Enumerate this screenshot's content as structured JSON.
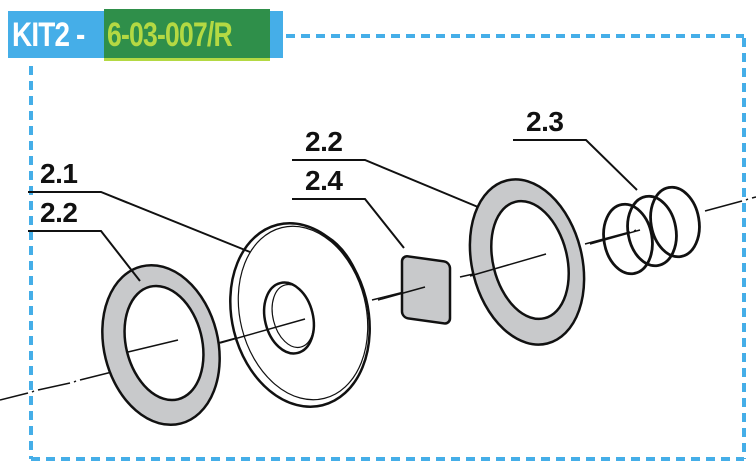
{
  "header": {
    "kit_label": "KIT2 -",
    "part_code": "6-03-007/R",
    "colors": {
      "kit_bg": "#45aee8",
      "code_bg": "#2f8f4a",
      "code_text": "#b4d943",
      "kit_text": "#ffffff"
    }
  },
  "frame": {
    "style": "dashed",
    "color": "#45aee8"
  },
  "callouts": [
    {
      "id": "2.1",
      "label": "2.1",
      "part": "flanged bushing"
    },
    {
      "id": "2.2a",
      "label": "2.2",
      "part": "washer (left)"
    },
    {
      "id": "2.2b",
      "label": "2.2",
      "part": "washer (right)"
    },
    {
      "id": "2.4",
      "label": "2.4",
      "part": "square pad"
    },
    {
      "id": "2.3",
      "label": "2.3",
      "part": "spring"
    }
  ],
  "colors": {
    "part_fill": "#c8c9cb",
    "stroke": "#111111"
  }
}
